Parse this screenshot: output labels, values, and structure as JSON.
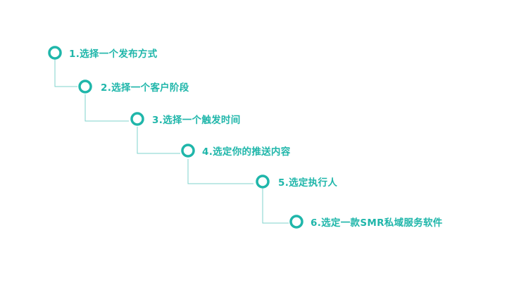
{
  "colors": {
    "accent": "#1fb6aa",
    "connector": "#7fd3cc"
  },
  "steps": [
    {
      "label": "1.选择一个发布方式"
    },
    {
      "label": "2.选择一个客户阶段"
    },
    {
      "label": "3.选择一个触发时间"
    },
    {
      "label": "4.选定你的推送内容"
    },
    {
      "label": "5.选定执行人"
    },
    {
      "label": "6.选定一款SMR私域服务软件"
    }
  ]
}
